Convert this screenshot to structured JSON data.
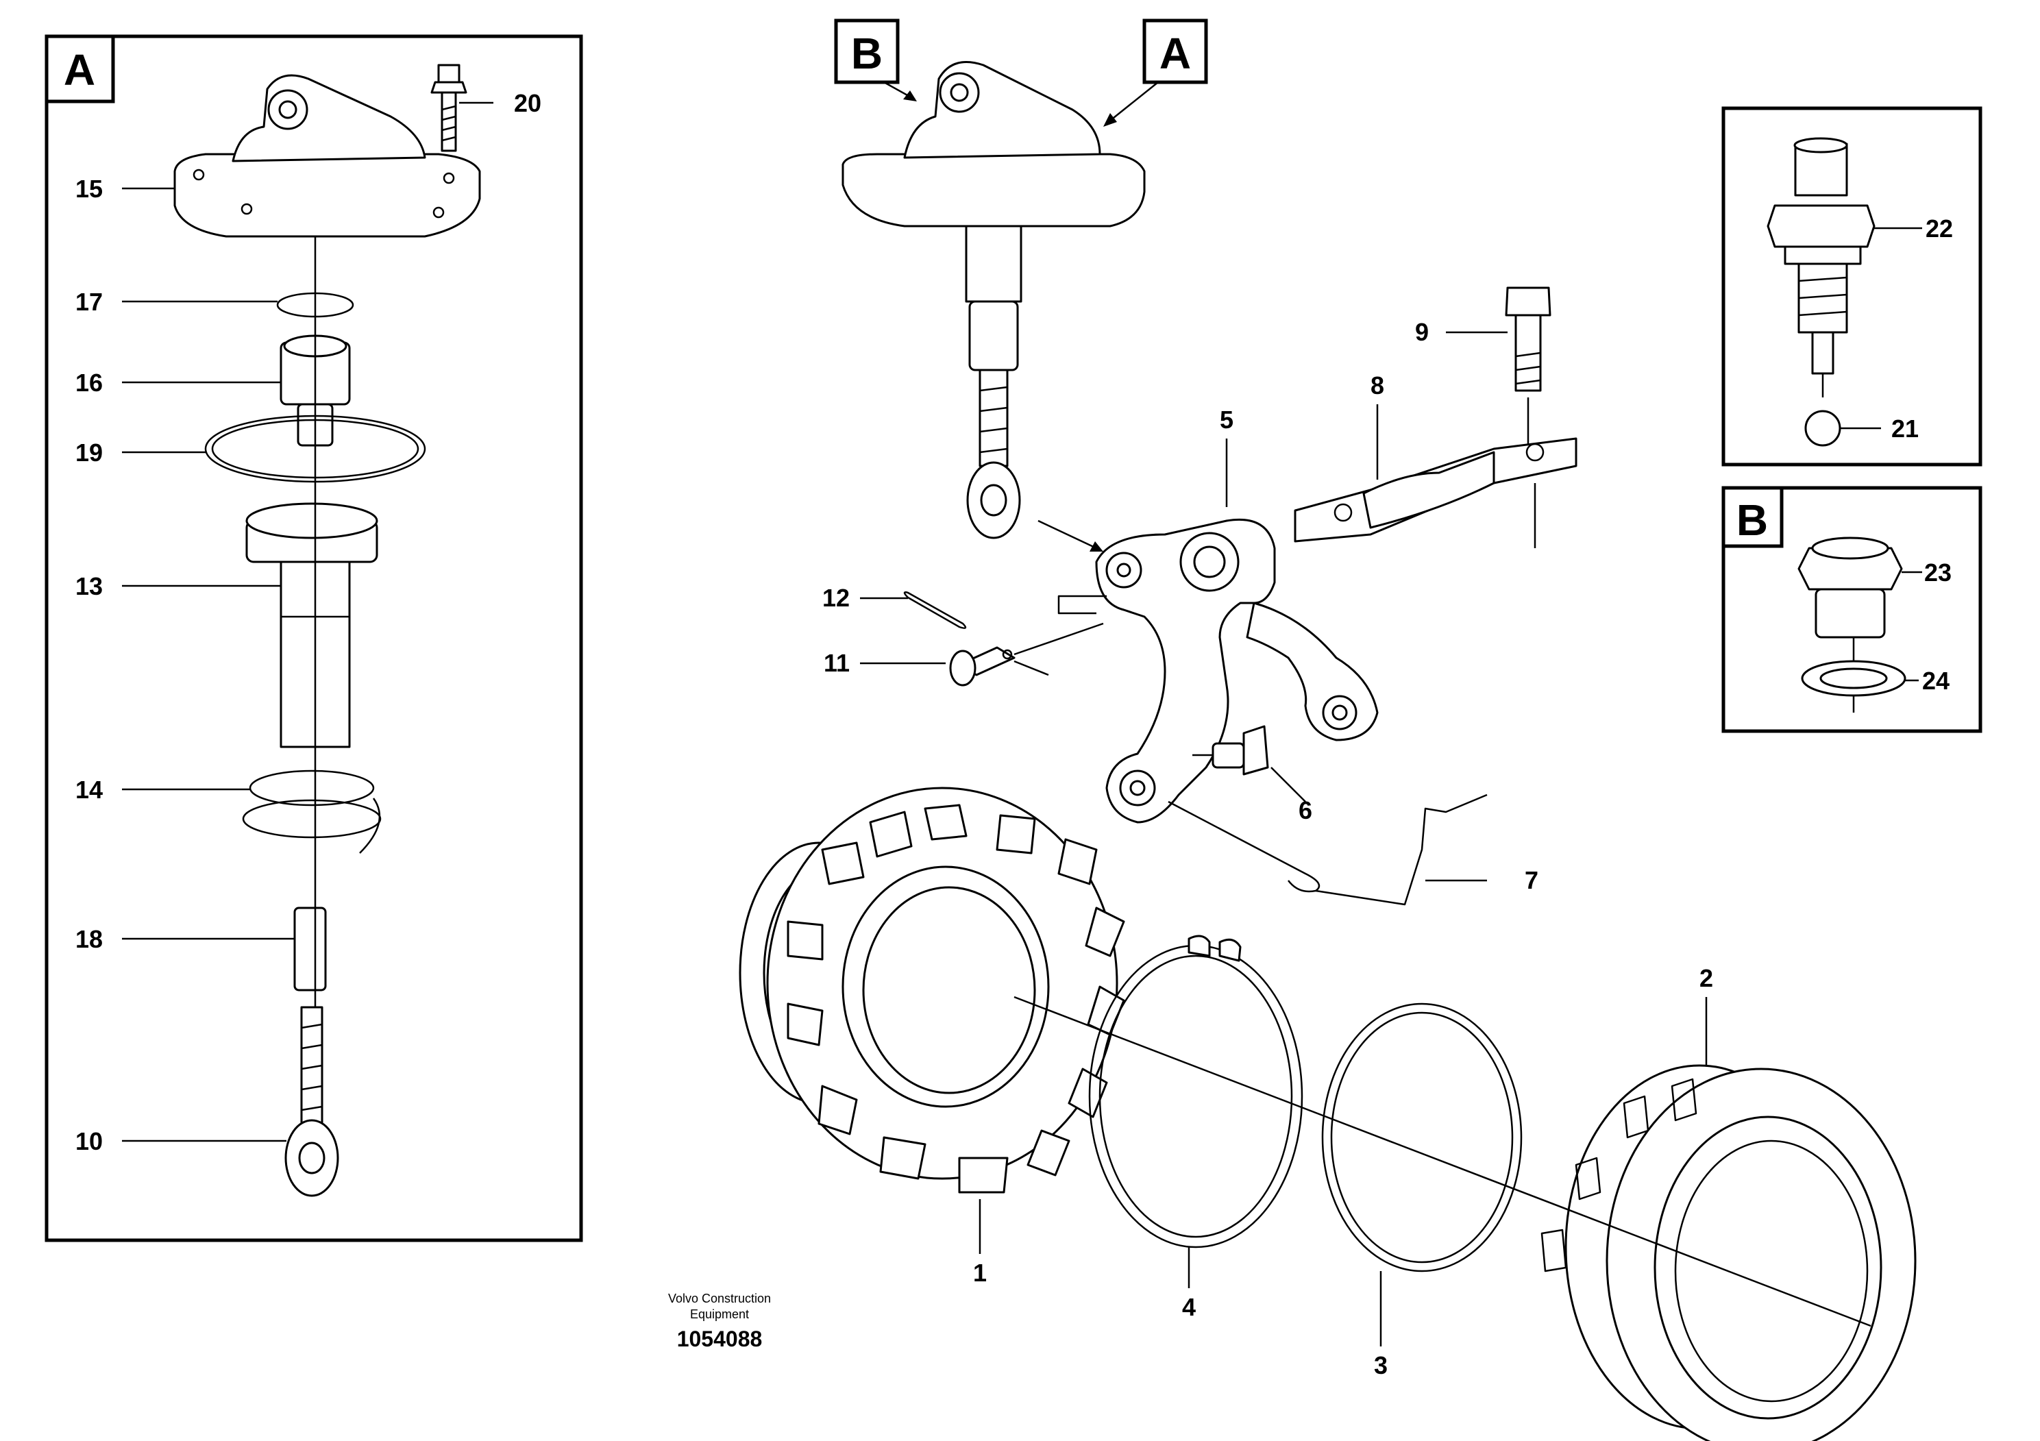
{
  "views": {
    "A": {
      "tag": "A"
    },
    "B": {
      "tag": "B"
    }
  },
  "main": {
    "tag_b": "B",
    "tag_a": "A"
  },
  "parts": {
    "p1": "1",
    "p2": "2",
    "p3": "3",
    "p4": "4",
    "p5": "5",
    "p6": "6",
    "p7": "7",
    "p8": "8",
    "p9": "9",
    "p10": "10",
    "p11": "11",
    "p12": "12",
    "p13": "13",
    "p14": "14",
    "p15": "15",
    "p16": "16",
    "p17": "17",
    "p18": "18",
    "p19": "19",
    "p20": "20",
    "p21": "21",
    "p22": "22",
    "p23": "23",
    "p24": "24"
  },
  "footer": {
    "brand_line1": "Volvo Construction",
    "brand_line2": "Equipment",
    "drawing_number": "1054088"
  }
}
